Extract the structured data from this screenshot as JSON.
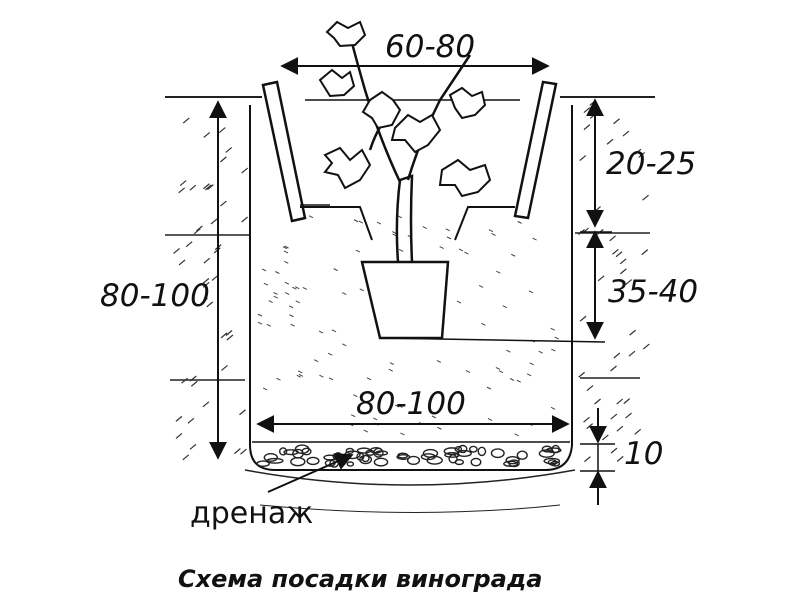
{
  "dimensions": {
    "top_width": "60-80",
    "depth_total": "80-100",
    "depth_upper": "20-25",
    "depth_middle": "35-40",
    "bottom_width": "80-100",
    "drainage_thickness": "10"
  },
  "labels": {
    "drainage": "дренаж"
  },
  "caption": "Схема посадки винограда"
}
